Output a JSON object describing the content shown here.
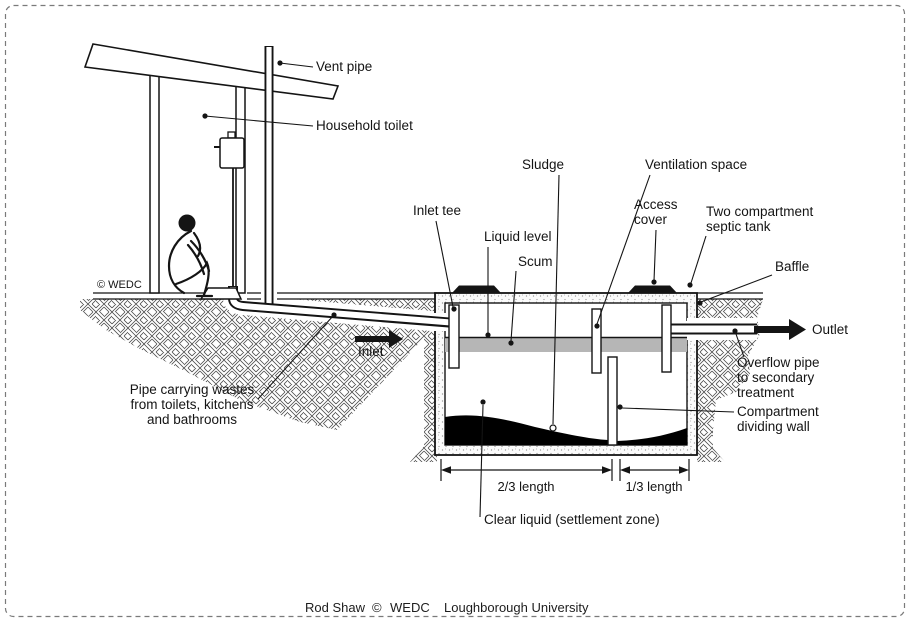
{
  "labels": {
    "vent_pipe": "Vent pipe",
    "household_toilet": "Household toilet",
    "sludge": "Sludge",
    "ventilation_space": "Ventilation space",
    "inlet_tee": "Inlet tee",
    "access_cover": [
      "Access",
      "cover"
    ],
    "two_compartment_septic_tank": [
      "Two compartment",
      "septic tank"
    ],
    "liquid_level": "Liquid level",
    "scum": "Scum",
    "baffle": "Baffle",
    "inlet": "Inlet",
    "outlet": "Outlet",
    "overflow_pipe": [
      "Overflow pipe",
      "to secondary",
      "treatment"
    ],
    "compartment_dividing_wall": [
      "Compartment",
      "dividing wall"
    ],
    "pipe_carrying_wastes": [
      "Pipe carrying wastes",
      "from toilets, kitchens",
      "and bathrooms"
    ],
    "clear_liquid": "Clear liquid (settlement zone)",
    "wedc_mark": "© WEDC"
  },
  "dimensions": {
    "left_span": "2/3 length",
    "right_span": "1/3 length"
  },
  "footer": {
    "author": "Rod Shaw",
    "copyright_symbol": "©",
    "organization": "WEDC",
    "university": "Loughborough University"
  },
  "colors": {
    "ink": "#141414",
    "scum_gray": "#b6b6b6",
    "sludge_black": "#000000",
    "background": "#ffffff"
  }
}
